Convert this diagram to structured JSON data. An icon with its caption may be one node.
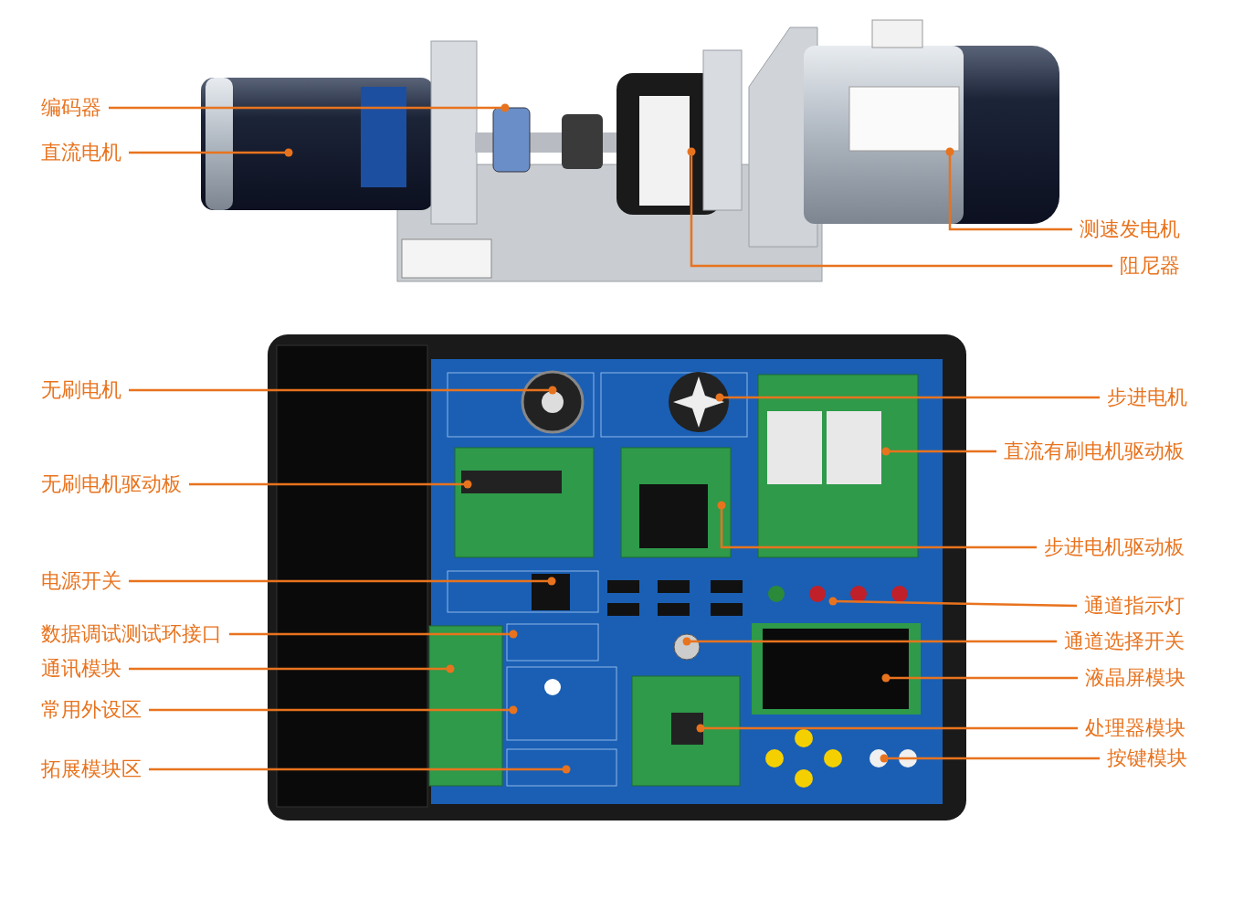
{
  "diagram": {
    "nodes": [
      {
        "text": [
          "编码器"
        ]
      },
      {
        "text": [
          "直流电机"
        ]
      },
      {
        "text": [
          "测速发电机"
        ]
      },
      {
        "text": [
          "阻尼器"
        ]
      },
      {
        "text": [
          "无刷电机"
        ]
      },
      {
        "text": [
          "步进电机"
        ]
      },
      {
        "text": [
          "直流有刷电机驱动板"
        ]
      },
      {
        "text": [
          "无刷电机驱动板"
        ]
      },
      {
        "text": [
          "步进电机驱动板"
        ]
      },
      {
        "text": [
          "电源开关"
        ]
      },
      {
        "text": [
          "通道指示灯"
        ]
      },
      {
        "text": [
          "数据调试测试环接口"
        ]
      },
      {
        "text": [
          "通道选择开关"
        ]
      },
      {
        "text": [
          "通讯模块"
        ]
      },
      {
        "text": [
          "液晶屏模块"
        ]
      },
      {
        "text": [
          "常用外设区"
        ]
      },
      {
        "text": [
          "处理器模块"
        ]
      },
      {
        "text": [
          "按键模块"
        ]
      },
      {
        "text": [
          "拓展模块区"
        ]
      }
    ],
    "edges": [
      {
        "from": 0,
        "to": null,
        "arrow": "other"
      },
      {
        "from": 1,
        "to": null,
        "arrow": "other"
      },
      {
        "from": 2,
        "to": null,
        "arrow": "other"
      },
      {
        "from": 3,
        "to": null,
        "arrow": "other"
      },
      {
        "from": 4,
        "to": null,
        "arrow": "other"
      },
      {
        "from": 5,
        "to": null,
        "arrow": "other"
      },
      {
        "from": 6,
        "to": null,
        "arrow": "other"
      },
      {
        "from": 7,
        "to": null,
        "arrow": "other"
      },
      {
        "from": 8,
        "to": null,
        "arrow": "other"
      },
      {
        "from": 9,
        "to": null,
        "arrow": "other"
      },
      {
        "from": 10,
        "to": null,
        "arrow": "other"
      },
      {
        "from": 11,
        "to": null,
        "arrow": "other"
      },
      {
        "from": 12,
        "to": null,
        "arrow": "other"
      },
      {
        "from": 13,
        "to": null,
        "arrow": "other"
      },
      {
        "from": 14,
        "to": null,
        "arrow": "other"
      },
      {
        "from": 15,
        "to": null,
        "arrow": "other"
      },
      {
        "from": 16,
        "to": null,
        "arrow": "other"
      },
      {
        "from": 17,
        "to": null,
        "arrow": "other"
      },
      {
        "from": 18,
        "to": null,
        "arrow": "other"
      }
    ]
  }
}
